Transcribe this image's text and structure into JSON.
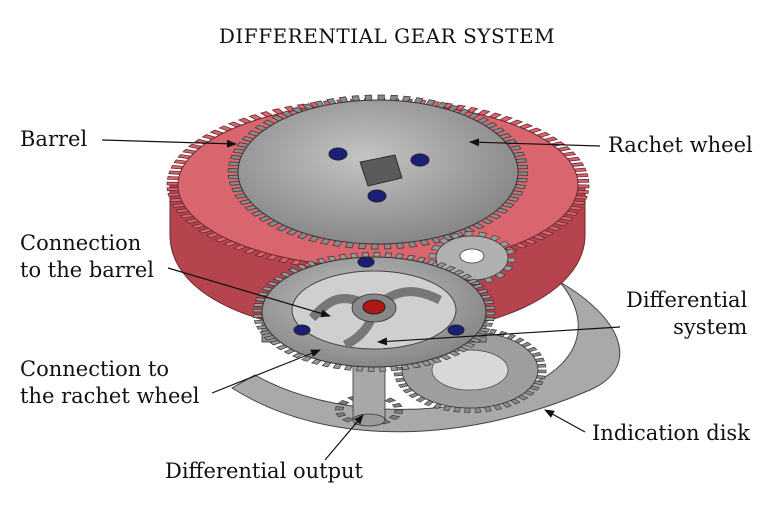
{
  "title": "DIFFERENTIAL GEAR SYSTEM",
  "labels": {
    "barrel": "Barrel",
    "rachet_wheel": "Rachet wheel",
    "connection_barrel": "Connection\nto the barrel",
    "differential_system": "Differential\nsystem",
    "connection_rachet": "Connection to\nthe rachet wheel",
    "indication_disk": "Indication disk",
    "differential_output": "Differential output"
  },
  "colors": {
    "barrel": "#d9656e",
    "barrel_dark": "#b5444f",
    "steel": "#8f8f8f",
    "steel_light": "#bdbdbd",
    "jewel_blue": "#1a1f7a",
    "jewel_red": "#b01818"
  }
}
